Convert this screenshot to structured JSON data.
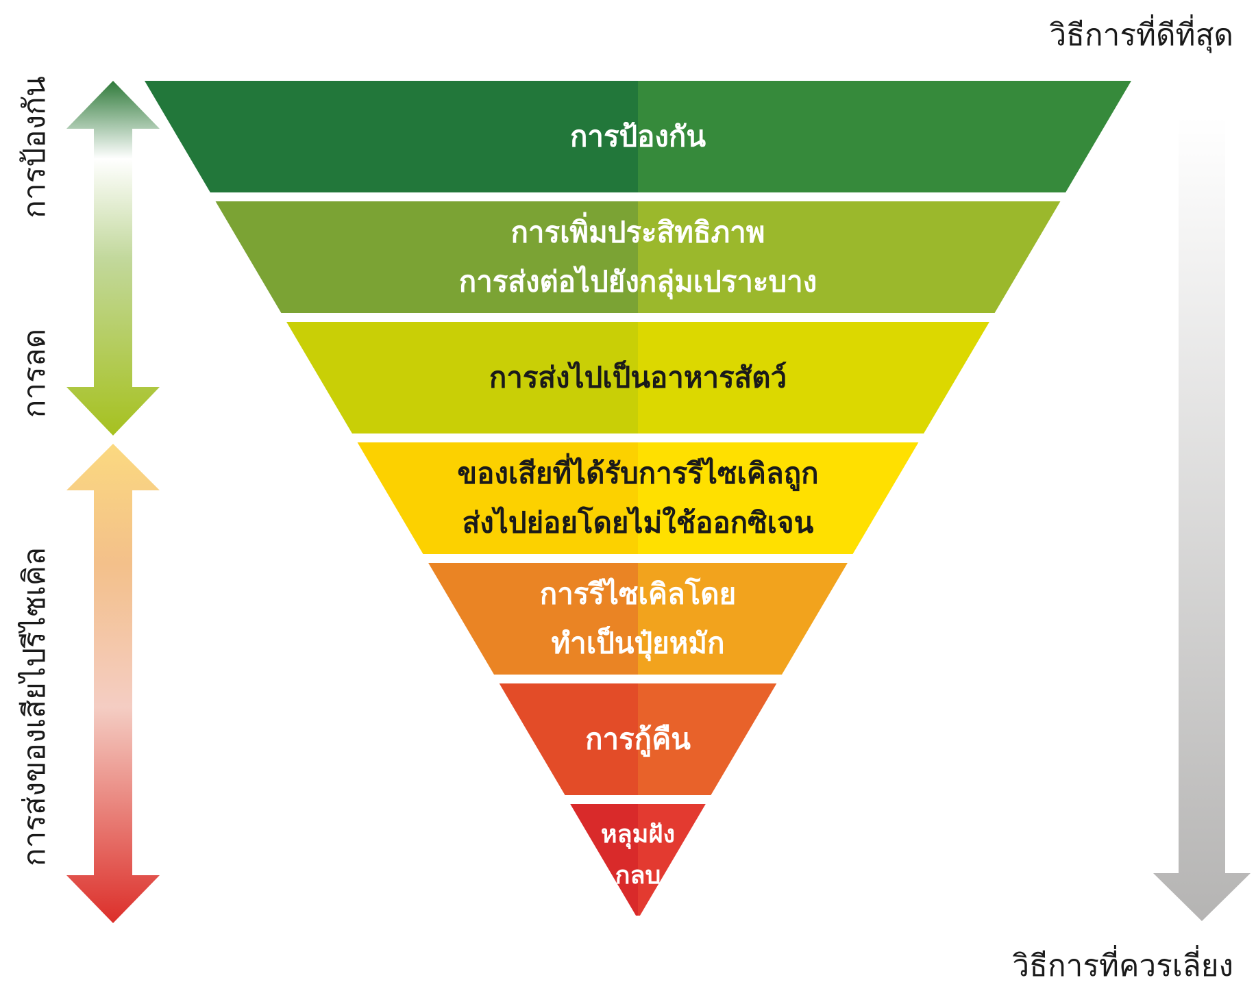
{
  "top_label": "วิธีการที่ดีที่สุด",
  "bottom_label": "วิธีการที่ควรเลี่ยง",
  "side_labels": {
    "prevention": "การป้องกัน",
    "reduction": "การลด",
    "recycling": "การส่งของเสียไปรีไซเคิล"
  },
  "tiers": [
    {
      "lines": [
        "การป้องกัน"
      ],
      "text_color": "#ffffff",
      "fill_left": "#22773a",
      "fill_right": "#368a3b"
    },
    {
      "lines": [
        "การเพิ่มประสิทธิภาพ",
        "การส่งต่อไปยังกลุ่มเปราะบาง"
      ],
      "text_color": "#ffffff",
      "fill_left": "#7ba334",
      "fill_right": "#9bb82c"
    },
    {
      "lines": [
        "การส่งไปเป็นอาหารสัตว์"
      ],
      "text_color": "#1a1a1a",
      "fill_left": "#c9cf06",
      "fill_right": "#dcd800"
    },
    {
      "lines": [
        "ของเสียที่ได้รับการรีไซเคิลถูก",
        "ส่งไปย่อยโดยไม่ใช้ออกซิเจน"
      ],
      "text_color": "#1a1a1a",
      "fill_left": "#fcd100",
      "fill_right": "#ffe000"
    },
    {
      "lines": [
        "การรีไซเคิลโดย",
        "ทำเป็นปุ๋ยหมัก"
      ],
      "text_color": "#ffffff",
      "fill_left": "#ea8424",
      "fill_right": "#f2a31d"
    },
    {
      "lines": [
        "การกู้คืน"
      ],
      "text_color": "#ffffff",
      "fill_left": "#e34c28",
      "fill_right": "#e8622a"
    },
    {
      "lines": [
        "หลุมฝัง",
        "กลบ"
      ],
      "text_color": "#ffffff",
      "fill_left": "#d92a2a",
      "fill_right": "#e33a30"
    }
  ]
}
